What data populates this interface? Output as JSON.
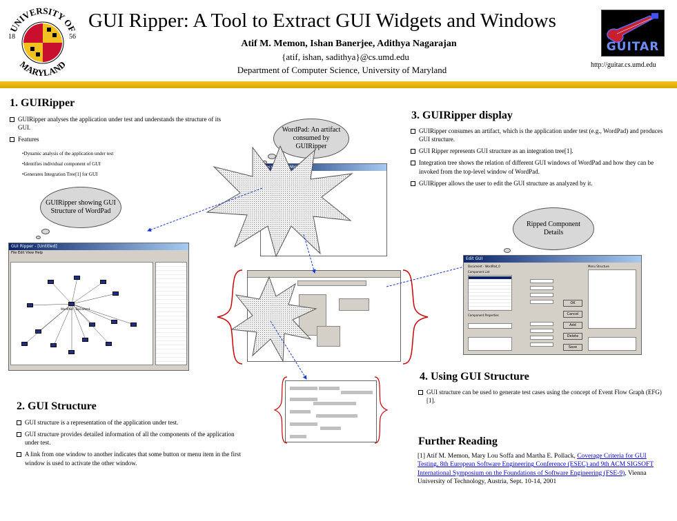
{
  "header": {
    "title": "GUI Ripper: A Tool to Extract GUI Widgets and Windows",
    "authors": "Atif M. Memon, Ishan Banerjee, Adithya Nagarajan",
    "emails": "{atif, ishan, sadithya}@cs.umd.edu",
    "department": "Department of Computer Science, University of Maryland",
    "umd_logo_top": "UNIVERSITY OF",
    "umd_logo_bottom": "MARYLAND",
    "umd_logo_year_left": "18",
    "umd_logo_year_right": "56",
    "guitar_logo": "GUITAR",
    "guitar_url": "http://guitar.cs.umd.edu"
  },
  "section1": {
    "title": "1. GUIRipper",
    "bullets": [
      "GUIRipper analyses the application under test and understands the structure of its GUI.",
      "Features"
    ],
    "features": [
      "•Dynamic analysis of the application under test",
      "•Identifies individual component of GUI",
      "•Generates Integration Tree[1] for GUI"
    ]
  },
  "section2": {
    "title": "2. GUI Structure",
    "bullets": [
      "GUI structure is a representation of the application under test.",
      "GUI structure provides detailed information of all the components of the application under test.",
      "A link from one window to another indicates that some button or menu item in the first window is used to activate the other window."
    ]
  },
  "section3": {
    "title": "3. GUIRipper display",
    "bullets": [
      "GUIRipper consumes an artifact, which is the application under test (e.g., WordPad) and produces GUI structure.",
      "GUI Ripper represents GUI structure as an integration tree[1].",
      "Integration tree shows the relation of different GUI windows of WordPad and how they can be invoked from the top-level window of WordPad.",
      "GUIRipper allows the user to edit the GUI structure as analyzed by it."
    ]
  },
  "section4": {
    "title": "4. Using GUI Structure",
    "bullets": [
      "GUI structure can be used to generate test cases using the concept of Event Flow Graph (EFG)[1]."
    ]
  },
  "further_reading": {
    "title": "Further Reading",
    "ref_prefix": "[1] Atif M. Memon, Mary Lou Soffa and Martha E. Pollack, ",
    "ref_link": "Coverage Criteria for GUI Testing, 8th European Software Engineering Conference (ESEC) and 9th ACM SIGSOFT International Symposium on the Foundations of Software Engineering (FSE-9)",
    "ref_suffix": ", Vienna University of Technology, Austria, Sept. 10-14, 2001"
  },
  "clouds": {
    "wordpad_artifact": "WordPad: An artifact consumed by GUIRipper",
    "showing_structure": "GUIRipper showing GUI Structure of WordPad",
    "ripped_details": "Ripped Component Details"
  },
  "screens": {
    "ripper_window_title": "GUI Ripper - [Untitled]",
    "ripper_menu": "File  Edit  View  Help",
    "ripper_root_node": "WordPad - Document",
    "edit_gui_title": "Edit GUI",
    "edit_gui_labels": [
      "Document - WordPad_0",
      "Component List",
      "Component Properties",
      "Menu Structure",
      "OK",
      "Cancel",
      "Add",
      "Delete",
      "Save"
    ],
    "wordpad_title": "Document - WordPad"
  },
  "colors": {
    "gold_bar": "#f3c11f",
    "brace_red": "#cc0000",
    "arrow_blue": "#1a35d6",
    "node_blue": "#1d2f86"
  }
}
